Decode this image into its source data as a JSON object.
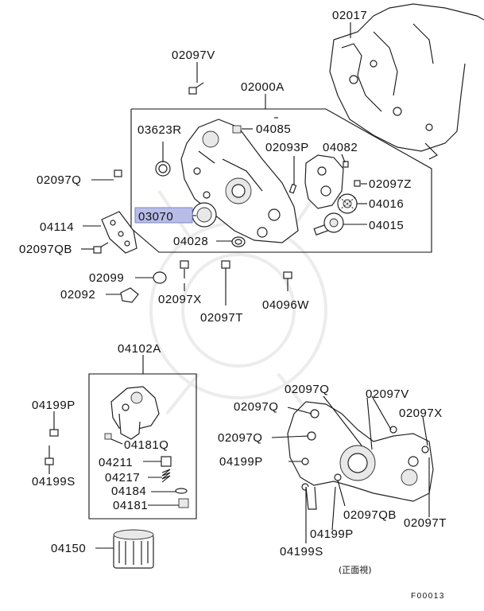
{
  "labels": {
    "p02017": "02017",
    "p02097V_top": "02097V",
    "p02000A": "02000A",
    "p03623R": "03623R",
    "p04085": "04085",
    "p02093P": "02093P",
    "p04082": "04082",
    "p02097Q_left": "02097Q",
    "p02097Z": "02097Z",
    "p04016": "04016",
    "p03070": "03070",
    "p04015": "04015",
    "p04114": "04114",
    "p04028": "04028",
    "p02097QB_left": "02097QB",
    "p02099": "02099",
    "p02092": "02092",
    "p02097X_top": "02097X",
    "p02097T_top": "02097T",
    "p04096W": "04096W",
    "p04102A": "04102A",
    "p04199P_left": "04199P",
    "p04181Q": "04181Q",
    "p04211": "04211",
    "p04217": "04217",
    "p04184": "04184",
    "p04181": "04181",
    "p04199S_left": "04199S",
    "p04150": "04150",
    "p02097Q_r1": "02097Q",
    "p02097V_r": "02097V",
    "p02097Q_r2": "02097Q",
    "p02097X_r": "02097X",
    "p02097Q_r3": "02097Q",
    "p04199P_r1": "04199P",
    "p02097QB_r": "02097QB",
    "p02097T_r": "02097T",
    "p04199P_r2": "04199P",
    "p04199S_r": "04199S",
    "front_view": "(正面視)",
    "figure_id": "F00013"
  },
  "highlight_color": "#b8bde8"
}
